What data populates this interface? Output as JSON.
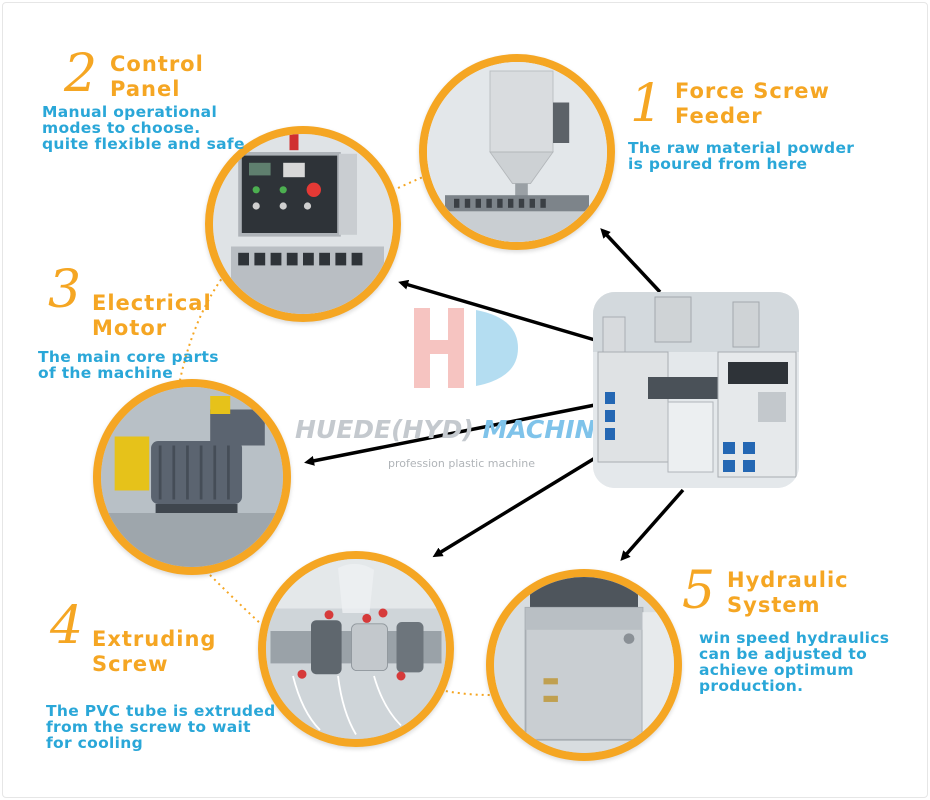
{
  "components": [
    {
      "number": "1",
      "title_lines": [
        "Force Screw",
        "Feeder"
      ],
      "desc_lines": [
        "The raw material powder",
        "is poured from here"
      ]
    },
    {
      "number": "2",
      "title_lines": [
        "Control",
        "Panel"
      ],
      "desc_lines": [
        "Manual operational",
        "modes to choose.",
        "quite flexible and safe"
      ]
    },
    {
      "number": "3",
      "title_lines": [
        "Electrical",
        "Motor"
      ],
      "desc_lines": [
        "The main core parts",
        "of the machine"
      ]
    },
    {
      "number": "4",
      "title_lines": [
        "Extruding",
        "Screw"
      ],
      "desc_lines": [
        "The PVC tube is extruded",
        "from the screw to wait",
        "for cooling"
      ]
    },
    {
      "number": "5",
      "title_lines": [
        "Hydraulic",
        "System"
      ],
      "desc_lines": [
        "win speed hydraulics",
        "can be adjusted to",
        "achieve optimum",
        "production."
      ]
    }
  ],
  "watermark": {
    "brand_main": "HUEDE(HYD) ",
    "brand_accent": "MACHINERY",
    "tagline": "profession plastic machine"
  },
  "colors": {
    "accent": "#f5a623",
    "description": "#2aa7d8",
    "arrow": "#000000"
  }
}
